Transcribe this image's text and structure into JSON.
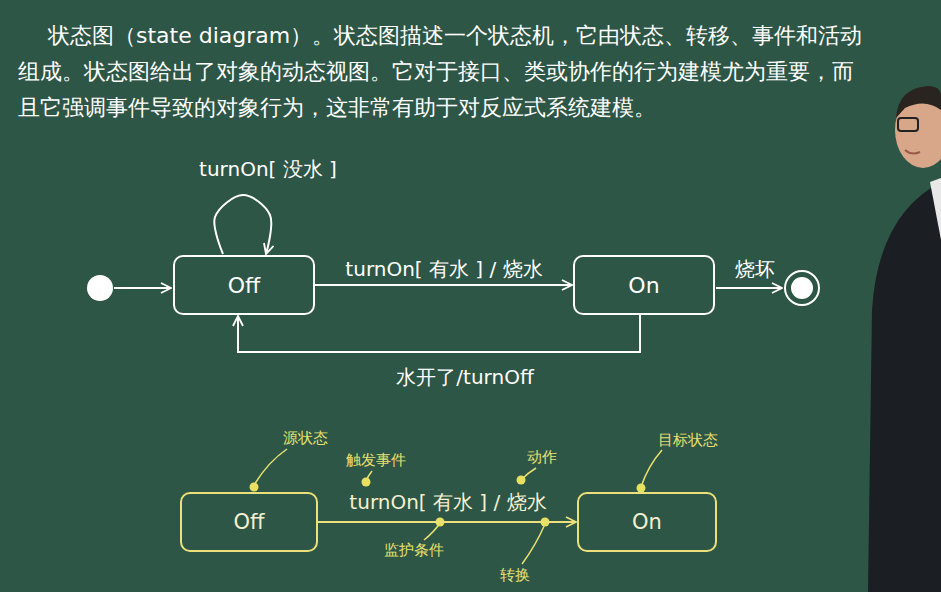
{
  "diagram": {
    "nodes": [
      {
        "text": [
          "Off"
        ]
      },
      {
        "text": [
          "On"
        ]
      },
      {
        "text": [
          "Off"
        ]
      },
      {
        "text": [
          "On"
        ]
      }
    ],
    "edges": [
      {
        "from": 0,
        "to": 0,
        "arrow": "to",
        "label": "turnOn[ 没水 ]"
      },
      {
        "from": 0,
        "to": 1,
        "arrow": "to",
        "label": "turnOn[ 有水 ] / 烧水"
      },
      {
        "from": 1,
        "to": 0,
        "arrow": "to",
        "label": "水开了/turnOff"
      },
      {
        "from": 2,
        "to": 3,
        "arrow": "to",
        "label": "turnOn[ 有水 ] / 烧水"
      }
    ],
    "labels": [
      "状态图（state diagram）。状态图描述一个状态机，它由状态、转移、事件和活动组成。状态图给出了对象的动态视图。它对于接口、类或协作的行为建模尤为重要，而且它强调事件导致的对象行为，这非常有助于对反应式系统建模。",
      "烧坏",
      "源状态",
      "触发事件",
      "动作",
      "目标状态",
      "监护条件",
      "转换"
    ]
  }
}
